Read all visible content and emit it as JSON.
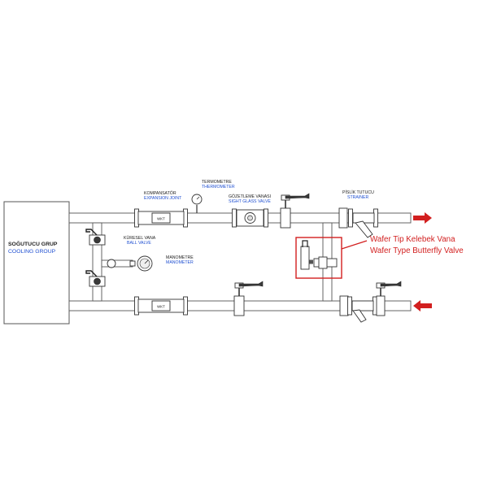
{
  "colors": {
    "callout": "#d21f1f",
    "english_label": "#1f4fd1",
    "arrow": "#d21f1f"
  },
  "cooling_group": {
    "title_tr": "SOĞUTUCU GRUP",
    "title_en": "COOLING GROUP"
  },
  "labels": {
    "expansion_joint": {
      "tr": "KOMPANSATÖR",
      "en": "EXPANSION JOINT"
    },
    "thermometer": {
      "tr": "TERMOMETRE",
      "en": "THERMOMETER"
    },
    "sight_glass": {
      "tr": "GÖZETLEME VANASI",
      "en": "SIGHT GLASS VALVE"
    },
    "strainer": {
      "tr": "PİSLİK TUTUCU",
      "en": "STRAINER"
    },
    "ball_valve": {
      "tr": "KÜRESEL VANA",
      "en": "BALL VALVE"
    },
    "manometer": {
      "tr": "MANOMETRE",
      "en": "MANOMETER"
    }
  },
  "callout": {
    "line1": "Wafer Tip Kelebek Vana",
    "line2": "Wafer Type Butterfly Valve"
  },
  "arrows": [
    {
      "pipe": "supply",
      "direction": "right"
    },
    {
      "pipe": "return",
      "direction": "left"
    }
  ]
}
